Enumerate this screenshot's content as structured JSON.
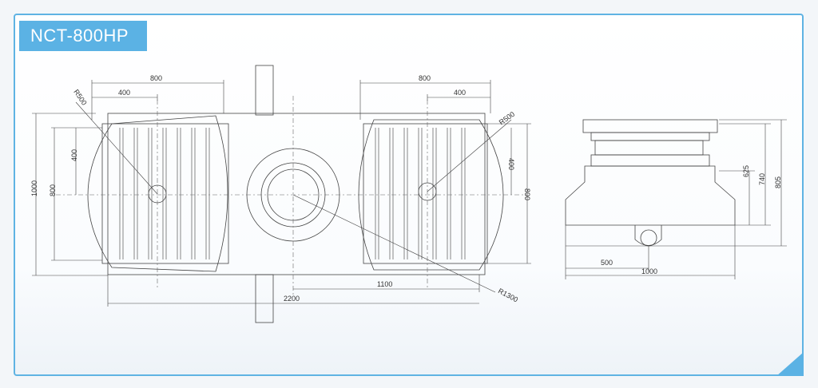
{
  "title": "NCT-800HP",
  "colors": {
    "accent": "#5bb2e4",
    "line": "#444444",
    "dim": "#333333"
  },
  "dimensions": {
    "top_left_width": "800",
    "top_left_inner": "400",
    "top_right_width": "800",
    "top_right_inner": "400",
    "left_radius": "R500",
    "right_radius": "R500",
    "big_radius": "R1300",
    "left_height_outer": "1000",
    "left_height_inner": "800",
    "left_height_half": "400",
    "right_height_half": "400",
    "right_height_inner": "800",
    "bottom_half": "1100",
    "bottom_total": "2200",
    "side_h1": "625",
    "side_h2": "740",
    "side_h3": "805",
    "side_w_half": "500",
    "side_w_total": "1000"
  }
}
